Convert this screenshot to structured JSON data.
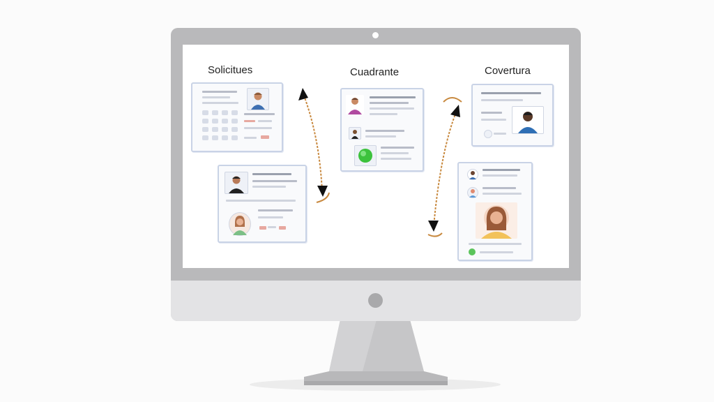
{
  "diagram": {
    "columns": [
      {
        "id": "solicitudes",
        "label": "Solicitues"
      },
      {
        "id": "cuadrante",
        "label": "Cuadrante"
      },
      {
        "id": "cobertura",
        "label": "Covertura"
      }
    ]
  },
  "icons": {
    "monitor": "monitor-icon",
    "avatar": "person-avatar-icon",
    "status": "green-status-dot"
  },
  "colors": {
    "monitor_frame": "#b9b9bb",
    "card_border": "#c9d3e6",
    "arrow": "#c8893f",
    "status_green": "#3cc23c"
  }
}
